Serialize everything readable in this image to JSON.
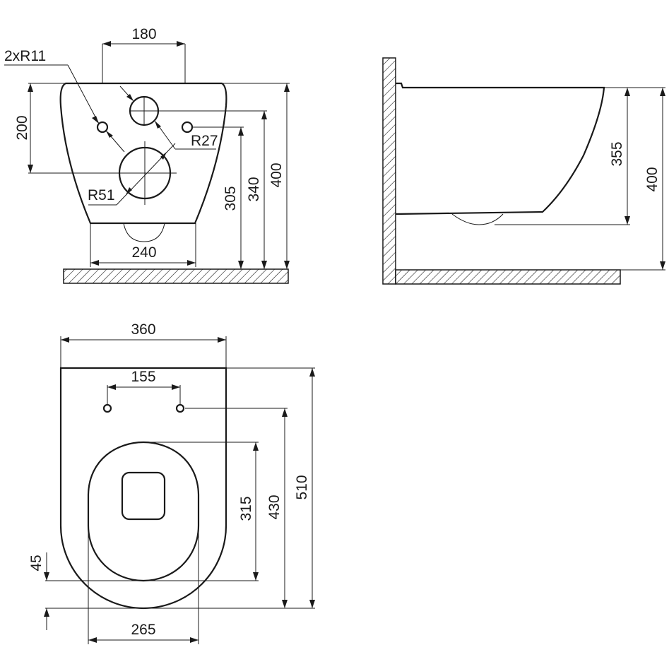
{
  "views": {
    "front": {
      "mount_width": "180",
      "inlet_radius": "2xR11",
      "inlet_height": "200",
      "outlet_radius": "R27",
      "drain_radius": "R51",
      "base_width": "240",
      "dim_305": "305",
      "dim_340": "340",
      "dim_400": "400"
    },
    "side": {
      "dim_355": "355",
      "dim_400": "400"
    },
    "top": {
      "width": "360",
      "hole_spacing": "155",
      "dim_315": "315",
      "dim_430": "430",
      "dim_510": "510",
      "dim_45": "45",
      "seat_width": "265"
    }
  },
  "colors": {
    "line": "#1a1a1a",
    "background": "#ffffff"
  }
}
